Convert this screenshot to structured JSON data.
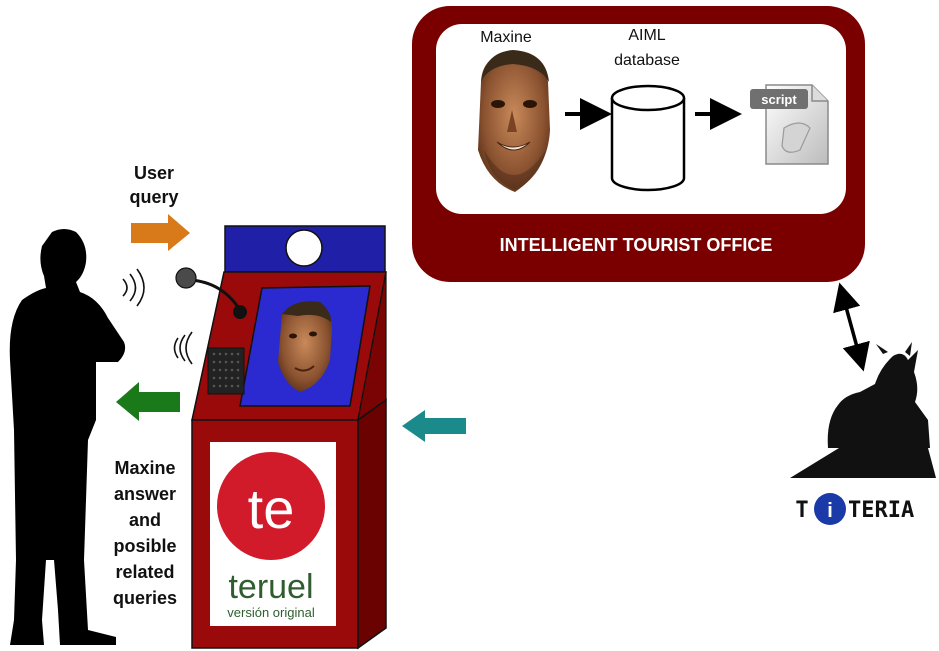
{
  "office_box": {
    "maxine_label": "Maxine",
    "aiml_label_line1": "AIML",
    "aiml_label_line2": "database",
    "script_label": "script",
    "title": "INTELLIGENT TOURIST OFFICE"
  },
  "user_query": {
    "line1": "User",
    "line2": "query"
  },
  "answer": {
    "line1": "Maxine",
    "line2": "answer",
    "line3": "and",
    "line4": "posible",
    "line5": "related",
    "line6": "queries"
  },
  "teruel_logo": {
    "monogram": "te",
    "name": "teruel",
    "tagline": "versión original"
  },
  "titeria": {
    "left": "T",
    "icon_letter": "i",
    "right": "TERIA"
  },
  "colors": {
    "office_red": "#7a0000",
    "kiosk_red": "#9a0a0a",
    "kiosk_blue": "#1f1fa8",
    "query_arrow": "#d87a1a",
    "answer_arrow": "#1a7a1a",
    "teal_arrow": "#1a8a8a",
    "teruel_red": "#d11a2a",
    "teruel_green": "#2f5d2f",
    "titeria_blue": "#1a3aa8"
  },
  "icons": [
    "maxine-face-icon",
    "database-cylinder-icon",
    "script-file-icon",
    "bull-statue-icon",
    "info-icon",
    "microphone-icon",
    "speaker-grille-icon",
    "sound-waves-icon",
    "user-silhouette-icon"
  ]
}
